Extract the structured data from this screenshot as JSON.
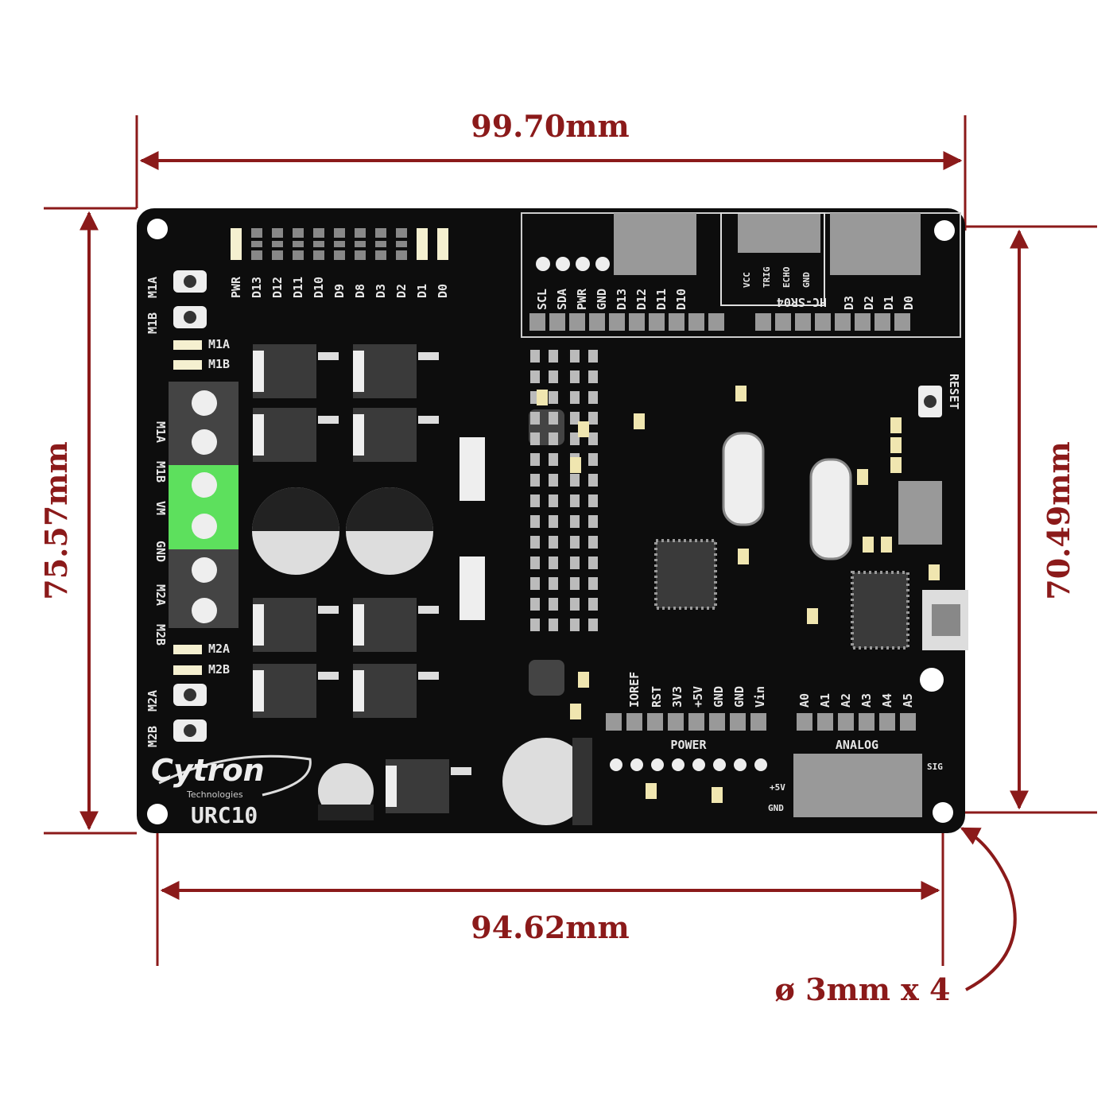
{
  "dimensions": {
    "width_outer": "99.70mm",
    "height_outer": "75.57mm",
    "height_holes": "70.49mm",
    "width_holes": "94.62mm",
    "hole_note": "ø 3mm x 4"
  },
  "colors": {
    "dimension": "#8b1a1a",
    "board": "#0d0d0d",
    "terminal_highlight": "#5de05d"
  },
  "board": {
    "brand": "Cytron",
    "brand_sub": "Technologies",
    "model": "URC10",
    "led_labels": [
      "PWR",
      "D13",
      "D12",
      "D11",
      "D10",
      "D9",
      "D8",
      "D3",
      "D2",
      "D1",
      "D0"
    ],
    "top_header_left": [
      "SCL",
      "SDA",
      "PWR",
      "GND",
      "D13",
      "D12",
      "D11",
      "D10"
    ],
    "top_header_right": [
      "D3",
      "D2",
      "D1",
      "D0"
    ],
    "sensor_pins": [
      "VCC",
      "TRIG",
      "ECHO",
      "GND"
    ],
    "sensor_name": "HC-SR04",
    "motor_buttons": [
      "M1A",
      "M1B",
      "M2A",
      "M2B"
    ],
    "motor_leds": [
      "M1A",
      "M1B",
      "M2A",
      "M2B"
    ],
    "terminal_labels": [
      "M1A",
      "M1B",
      "VM",
      "GND",
      "M2A",
      "M2B"
    ],
    "power_pins": [
      "IOREF",
      "RST",
      "3V3",
      "+5V",
      "GND",
      "GND",
      "Vin"
    ],
    "power_label": "POWER",
    "analog_pins": [
      "A0",
      "A1",
      "A2",
      "A3",
      "A4",
      "A5"
    ],
    "analog_label": "ANALOG",
    "servo_labels": [
      "SIG",
      "+5V",
      "GND"
    ],
    "reset_label": "RESET"
  }
}
